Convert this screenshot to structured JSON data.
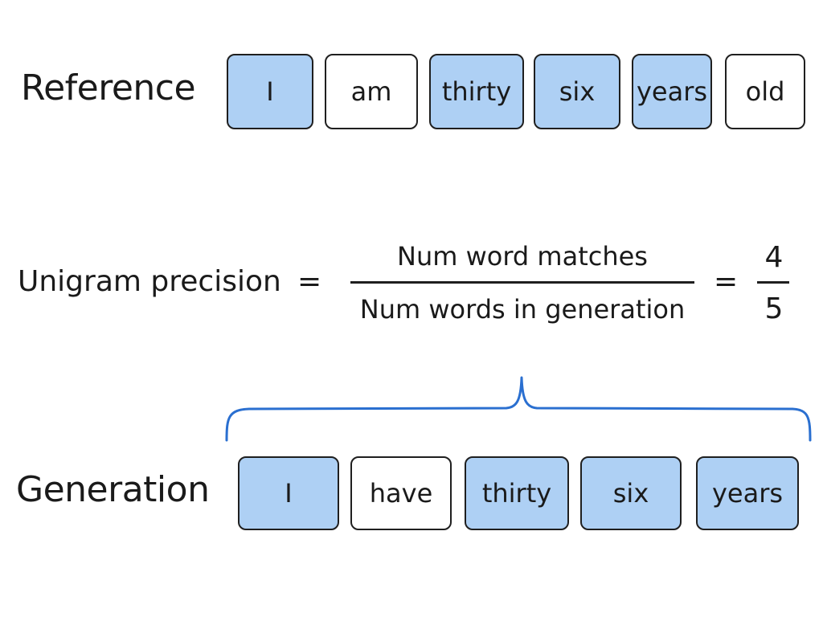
{
  "reference": {
    "label": "Reference",
    "tokens": [
      {
        "text": "I",
        "match": true
      },
      {
        "text": "am",
        "match": false
      },
      {
        "text": "thirty",
        "match": true
      },
      {
        "text": "six",
        "match": true
      },
      {
        "text": "years",
        "match": true
      },
      {
        "text": "old",
        "match": false
      }
    ]
  },
  "formula": {
    "lhs": "Unigram precision",
    "equals": "=",
    "numerator": "Num word matches",
    "denominator": "Num words in generation",
    "equals2": "=",
    "result_numerator": "4",
    "result_denominator": "5"
  },
  "generation": {
    "label": "Generation",
    "tokens": [
      {
        "text": "I",
        "match": true
      },
      {
        "text": "have",
        "match": false
      },
      {
        "text": "thirty",
        "match": true
      },
      {
        "text": "six",
        "match": true
      },
      {
        "text": "years",
        "match": true
      }
    ]
  },
  "colors": {
    "match_fill": "#aed0f4",
    "border": "#1f1f1f",
    "bracket": "#2a6fd0"
  }
}
